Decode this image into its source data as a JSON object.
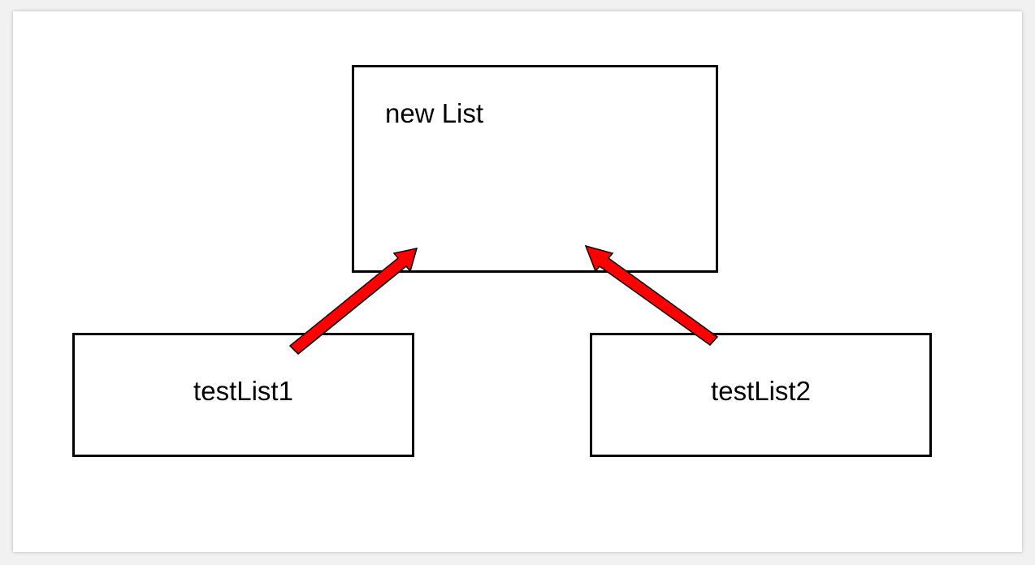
{
  "diagram": {
    "nodes": {
      "new_list": "new List",
      "test_list_1": "testList1",
      "test_list_2": "testList2"
    },
    "edges": [
      {
        "from": "testList1",
        "to": "new List"
      },
      {
        "from": "testList2",
        "to": "new List"
      }
    ],
    "colors": {
      "arrow_fill": "#ff0000",
      "arrow_stroke": "#000000",
      "box_border": "#000000",
      "background": "#ffffff"
    }
  }
}
